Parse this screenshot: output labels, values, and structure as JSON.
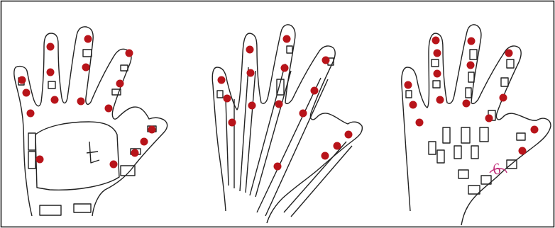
{
  "figure": {
    "panel_count": 3,
    "panels": [
      {
        "description_key": "hand-drawing-left",
        "annotation": ""
      },
      {
        "description_key": "hand-drawing-middle",
        "annotation": ""
      },
      {
        "description_key": "hand-drawing-right",
        "annotation": "6"
      }
    ]
  },
  "colors": {
    "outline": "#222222",
    "marker": "#b8141a",
    "ink_annotation": "#c0307a",
    "frame": "#111111",
    "background": "#ffffff"
  }
}
